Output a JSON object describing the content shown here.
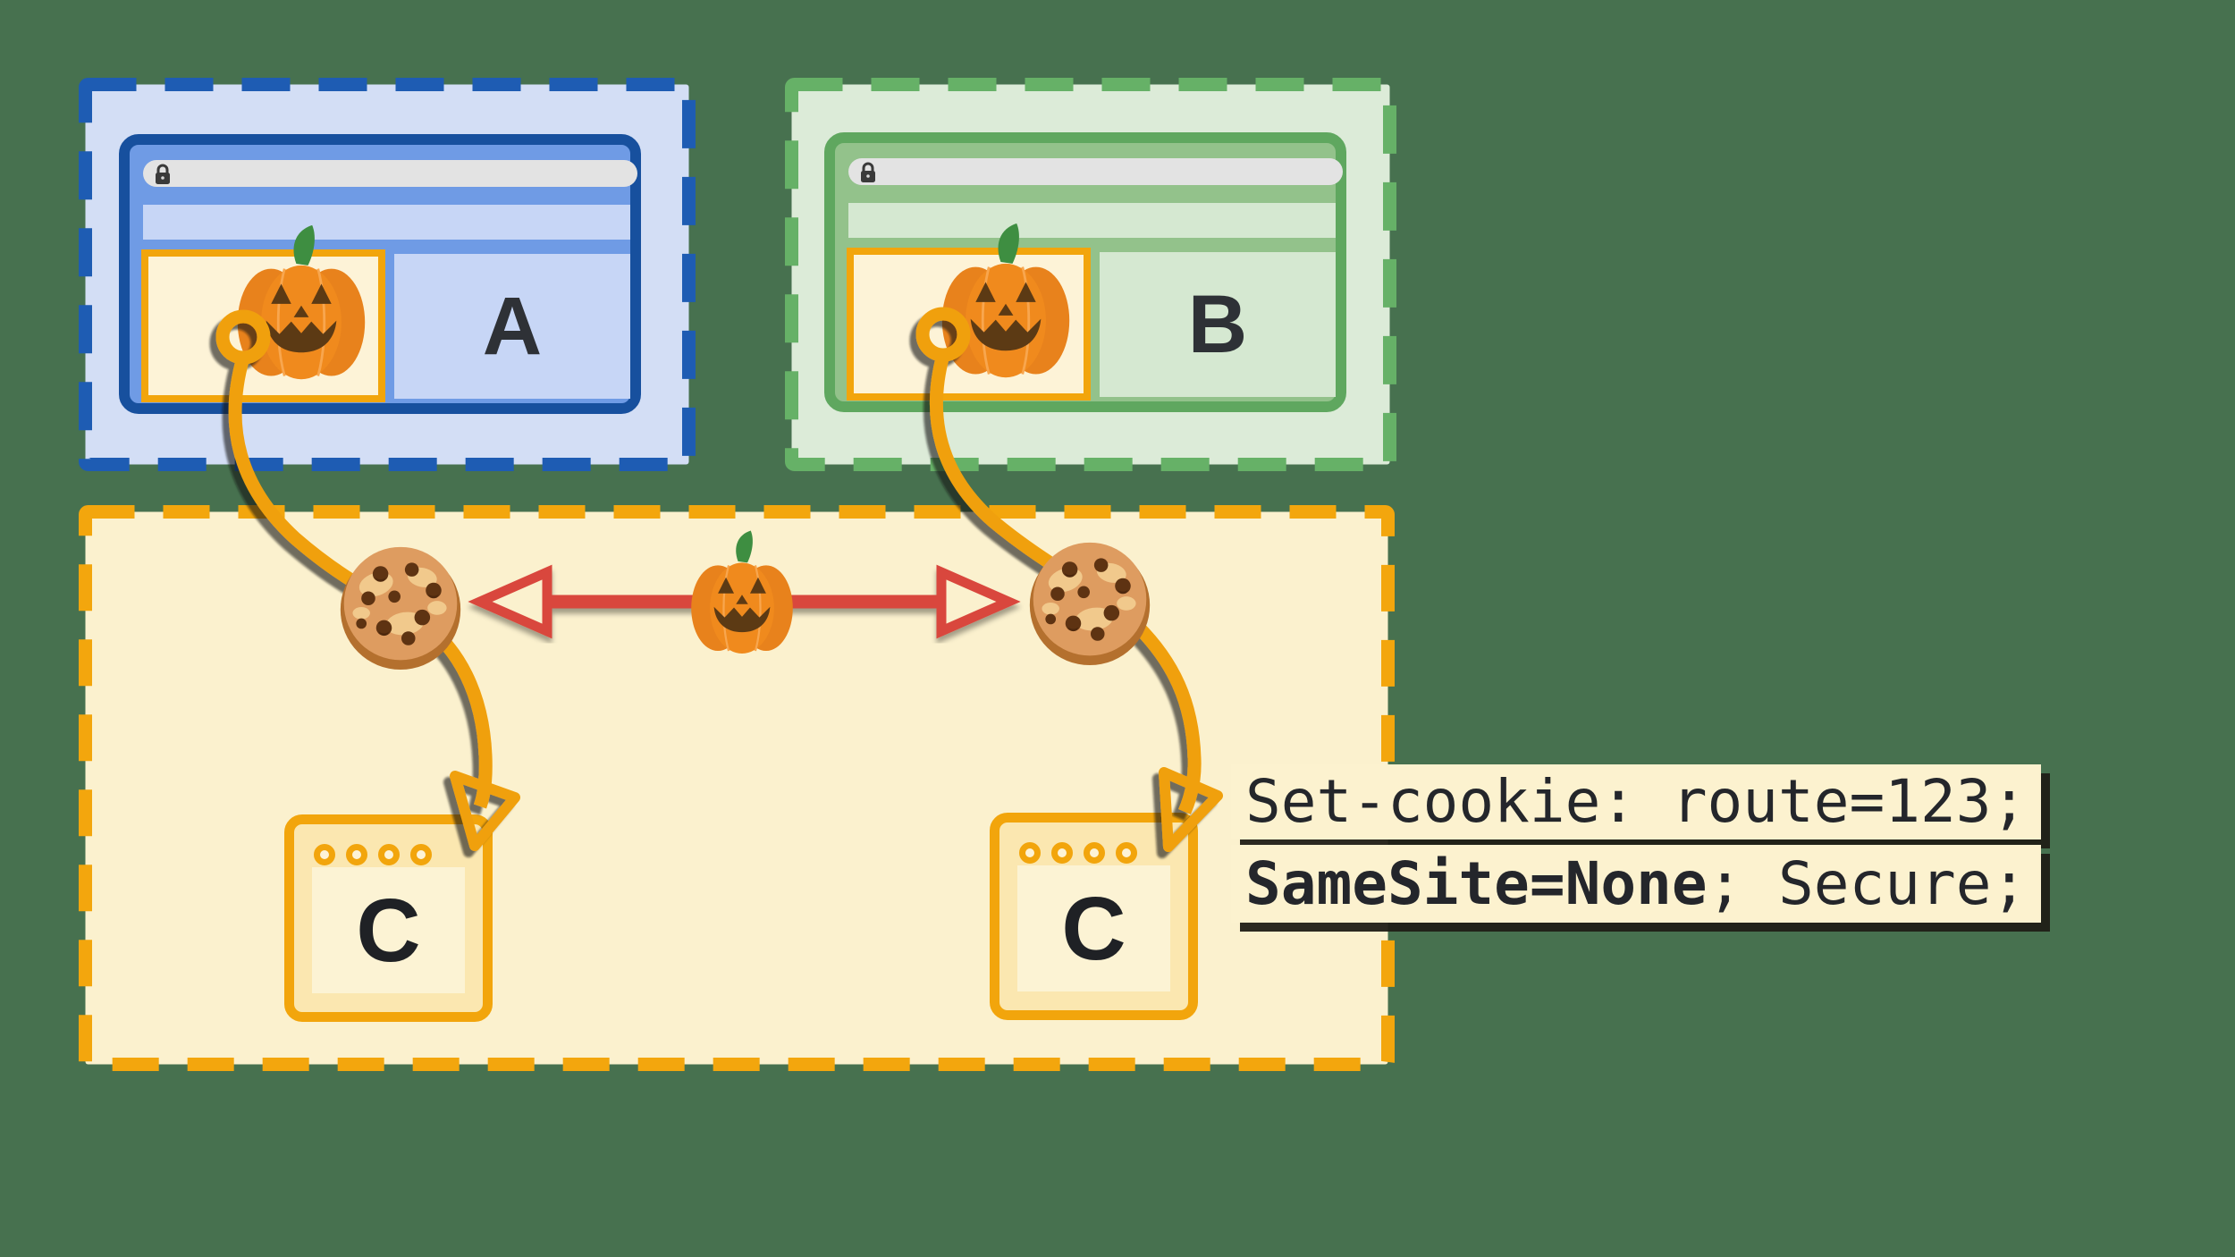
{
  "title": "Cross-site cookie (SameSite=None) diagram",
  "background_color": "#47714F",
  "sites": {
    "a": {
      "label": "A",
      "dash_color": "#1E5CB3",
      "fill": "#D3DEF5",
      "window_fill": "#6F9BE5",
      "window_border": "#17509E"
    },
    "b": {
      "label": "B",
      "dash_color": "#66B167",
      "fill": "#DCEBD8",
      "window_fill": "#93C28B",
      "window_border": "#5FA75F"
    }
  },
  "third_party_context": {
    "dash_color": "#F3A60D",
    "fill": "#FBF1CE",
    "servers": [
      {
        "label": "C"
      },
      {
        "label": "C"
      }
    ]
  },
  "annotation": {
    "line1": "Set-cookie: route=123;",
    "line2_bold": "SameSite=None",
    "line2_regular": "; Secure;"
  },
  "icons": {
    "address_bar": "padlock-icon",
    "tracker_embed": "jack-o-lantern-icon",
    "cookie": "chocolate-chip-cookie-icon",
    "connector": "orange-curved-arrow",
    "cross_site_link": "red-double-headed-arrow"
  },
  "colors": {
    "connector_orange": "#F0A010",
    "iframe_border_orange": "#F2A50C",
    "red_arrow": "#D9473C",
    "url_bar_gray": "#E3E3E3",
    "letter_dark": "#2E3136"
  }
}
